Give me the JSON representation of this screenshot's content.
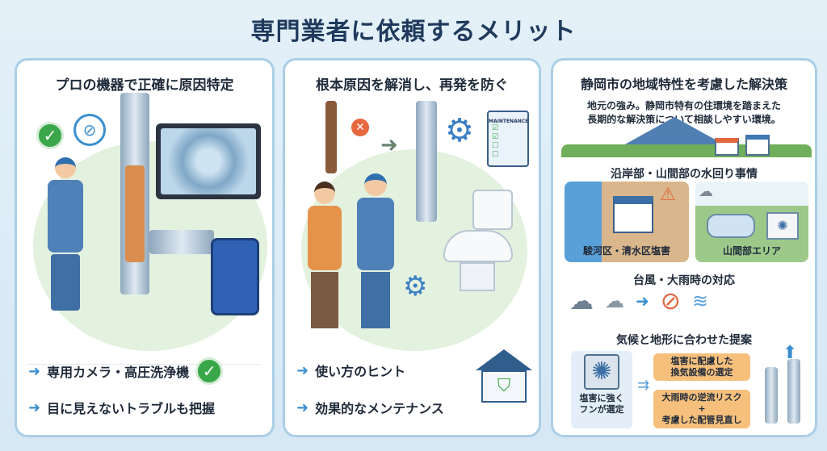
{
  "title": "専門業者に依頼するメリット",
  "cards": [
    {
      "title": "プロの機器で正確に原因特定",
      "points": [
        "専用カメラ・高圧洗浄機",
        "目に見えないトラブルも把握"
      ]
    },
    {
      "title": "根本原因を解消し、再発を防ぐ",
      "clipboard": "MAINTENANCE",
      "points": [
        "使い方のヒント",
        "効果的なメンテナンス"
      ]
    },
    {
      "title": "静岡市の地域特性を考慮した解決策",
      "intro": [
        "地元の強み。静岡市特有の住環境を踏まえた",
        "長期的な解決策について相談しやすい環境。"
      ],
      "section1": "沿岸部・山間部の水回り事情",
      "panel_coast": "駿河区・清水区塩害",
      "panel_mountain": "山間部エリア",
      "section2": "台風・大雨時の対応",
      "section3": "気候と地形に合わせた提案",
      "fan_label": [
        "塩害に強く",
        "フンが選定"
      ],
      "box1": [
        "塩害に配慮した",
        "換気設備の選定"
      ],
      "box2": [
        "大雨時の逆流リスク",
        "+",
        "考慮した配管見直し"
      ]
    }
  ],
  "colors": {
    "title": "#1f3a5c",
    "accent": "#3b8fd0",
    "check": "#3aa74a",
    "orange": "#f6c07c"
  }
}
